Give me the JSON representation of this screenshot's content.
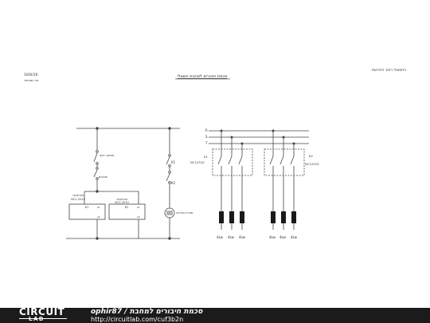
{
  "header": {
    "top_right": "גיתסוטל רחוב החרושה",
    "date": "16/6/16",
    "page_line": "נפ המנישר",
    "title": "סכמת חיבורים למחבת חשמלי"
  },
  "control": {
    "sw1_label": "מפסק ראשי",
    "sw2_label": "פוטונים",
    "k1_label": "K1",
    "k2_label": "K2",
    "block1": {
      "t1": "קונטקטור",
      "t2": "NC1-2510",
      "k": "K1",
      "a1": "A1",
      "a2": "A2"
    },
    "block2": {
      "t1": "קונטקטור",
      "t2": "NC1-2510",
      "k": "K2",
      "a1": "A1",
      "a2": "A2"
    },
    "lamp_label": "מנורת התראה"
  },
  "power": {
    "phases": [
      "R",
      "S",
      "T"
    ],
    "left_contactor": {
      "name": "K1",
      "model": "NC12510"
    },
    "right_contactor": {
      "name": "K2",
      "model": "NC12510"
    },
    "loads": [
      "4kw",
      "4kw",
      "4kw",
      "4kw",
      "4kw",
      "4kw"
    ]
  },
  "footer": {
    "logo_top": "CIRCUIT",
    "logo_bottom": "LAB",
    "author": "ophir87",
    "sep": " / ",
    "project": "סכמת חיבורים למחבת",
    "url": "http://circuitlab.com/cuf3b2n"
  }
}
